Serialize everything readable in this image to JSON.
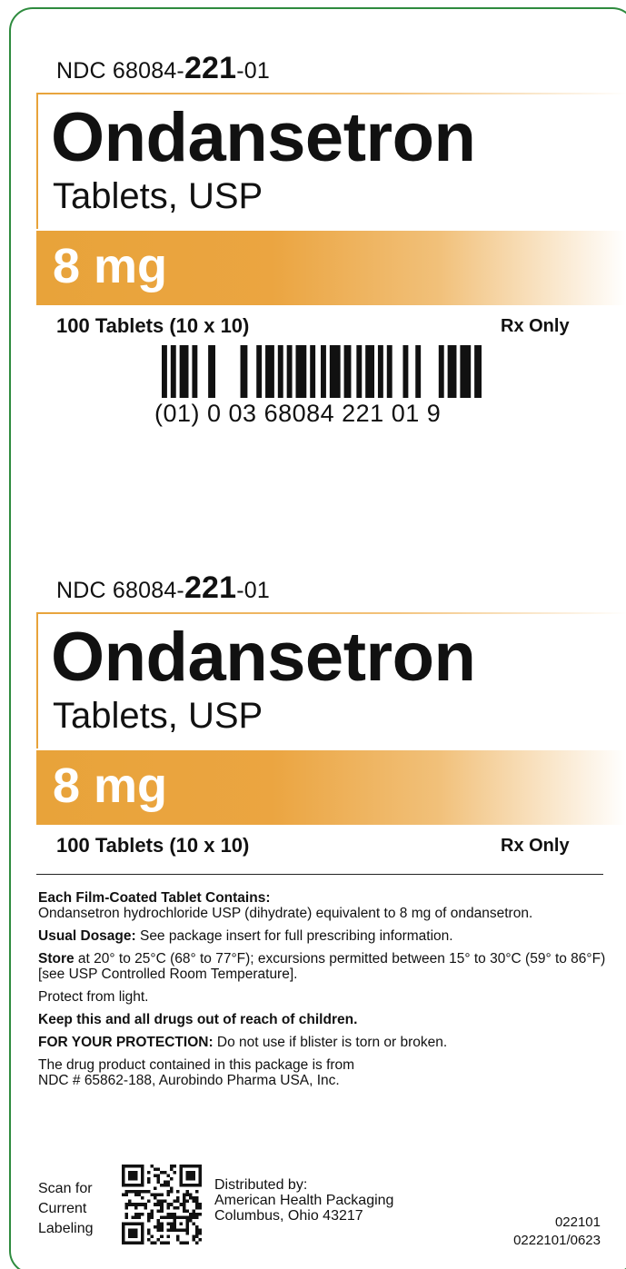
{
  "label": {
    "ndc_prefix": "NDC 68084-",
    "ndc_product": "221",
    "ndc_suffix": "-01",
    "drug_name": "Ondansetron",
    "dosage_form": "Tablets, USP",
    "strength": "8 mg",
    "package_count": "100 Tablets (10 x 10)",
    "rx_only": "Rx Only",
    "barcode_number": "(01) 0 03 68084 221 01 9"
  },
  "info": {
    "contains_heading": "Each Film-Coated Tablet Contains:",
    "contains_text": "Ondansetron hydrochloride USP (dihydrate) equivalent to 8 mg of ondansetron.",
    "dosage_label": "Usual Dosage:",
    "dosage_text": " See package insert for full prescribing information.",
    "store_label": "Store",
    "store_text": " at 20° to 25°C (68° to 77°F); excursions permitted between 15° to 30°C (59° to 86°F) [see USP Controlled Room Temperature].",
    "protect": "Protect from light.",
    "keep_away": "Keep this and all drugs out of reach of children.",
    "protection_label": "FOR YOUR PROTECTION:",
    "protection_text": " Do not use if blister is torn or broken.",
    "source_line1": "The drug product contained in this package is from",
    "source_line2": "NDC # 65862-188, Aurobindo Pharma USA, Inc."
  },
  "footer": {
    "scan_line1": "Scan for",
    "scan_line2": "Current",
    "scan_line3": "Labeling",
    "distributed_by": "Distributed by:",
    "distributor_name": "American Health Packaging",
    "distributor_city": "Columbus, Ohio 43217",
    "code1": "022101",
    "code2": "0222101/0623"
  },
  "colors": {
    "accent_orange": "#e8a33a",
    "border_green": "#2e8b3e"
  },
  "icons": {
    "barcode": "barcode-icon",
    "qr": "qr-code-icon"
  }
}
